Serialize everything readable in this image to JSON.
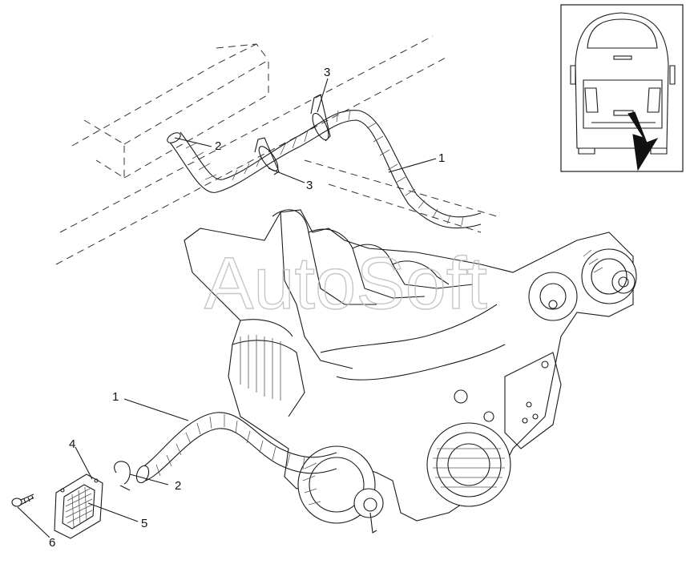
{
  "watermark": "AutoSoft",
  "callouts": [
    {
      "id": "callout-3-top",
      "label": "3"
    },
    {
      "id": "callout-2-top",
      "label": "2"
    },
    {
      "id": "callout-1-top",
      "label": "1"
    },
    {
      "id": "callout-3-mid",
      "label": "3"
    },
    {
      "id": "callout-1-bottom",
      "label": "1"
    },
    {
      "id": "callout-4",
      "label": "4"
    },
    {
      "id": "callout-2-bottom",
      "label": "2"
    },
    {
      "id": "callout-5",
      "label": "5"
    },
    {
      "id": "callout-6",
      "label": "6"
    }
  ]
}
